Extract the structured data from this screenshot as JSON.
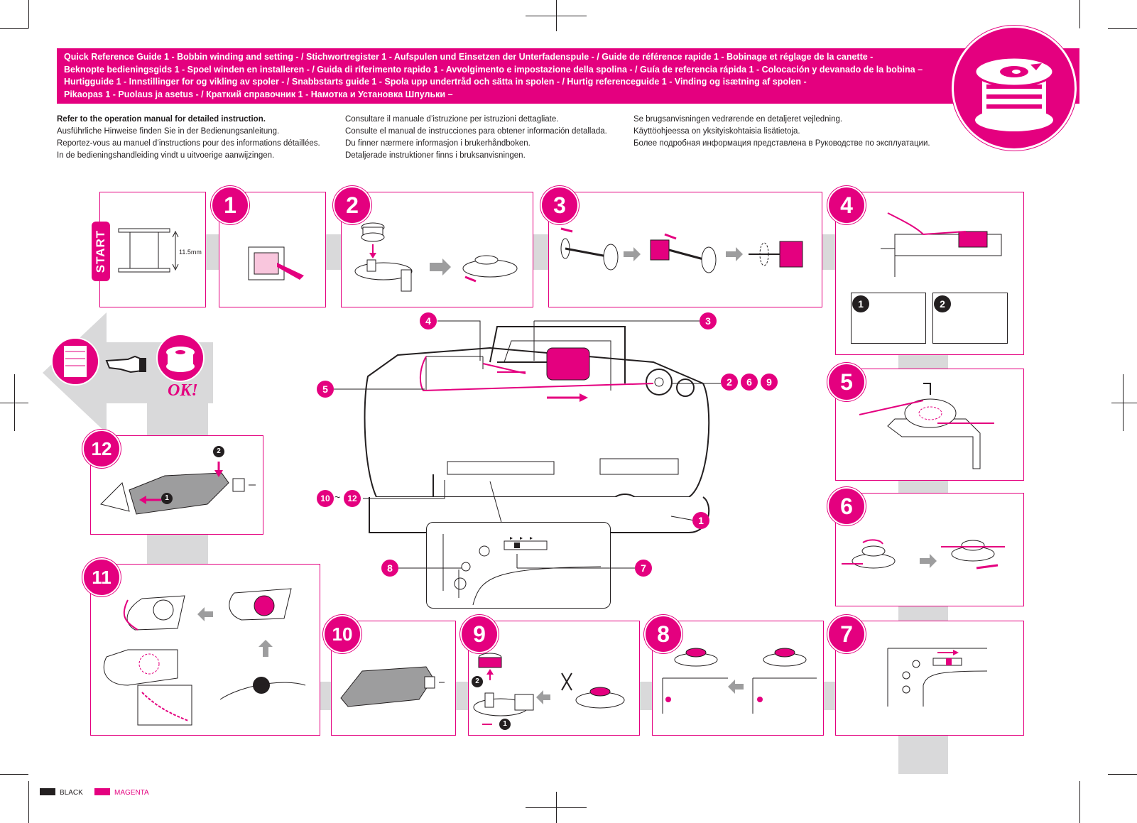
{
  "colors": {
    "magenta": "#e4007f",
    "black": "#231f20",
    "grey": "#d9d9da"
  },
  "banner": {
    "lines": [
      "Quick Reference Guide 1 - Bobbin winding and setting - / Stichwortregister 1 - Aufspulen und Einsetzen der Unterfadenspule - / Guide de référence rapide 1 - Bobinage et réglage de la canette -",
      "Beknopte bedieningsgids 1 - Spoel winden en installeren - / Guida di riferimento rapido 1 - Avvolgimento e impostazione della spolina - / Guía de referencia rápida 1 - Colocación y devanado de la bobina –",
      "Hurtigguide 1 - Innstillinger for og vikling av spoler - / Snabbstarts guide 1 - Spola upp undertråd och sätta in spolen - / Hurtig referenceguide 1 - Vinding og isætning af spolen -",
      "Pikaopas 1 - Puolaus ja asetus - / Краткий справочник 1 - Намотка и Установка Шпульки –"
    ]
  },
  "refs": {
    "col1": [
      "Refer to the operation manual for detailed instruction.",
      "Ausführliche Hinweise finden Sie in der Bedienungsanleitung.",
      "Reportez-vous au manuel d’instructions pour des informations détaillées.",
      "In de bedieningshandleiding vindt u uitvoerige aanwijzingen."
    ],
    "col2": [
      "Consultare il manuale d’istruzione per istruzioni dettagliate.",
      "Consulte el manual de instrucciones para obtener información detallada.",
      "Du finner nærmere informasjon i brukerhåndboken.",
      "Detaljerade instruktioner finns i bruksanvisningen."
    ],
    "col3": [
      "Se brugsanvisningen vedrørende en detaljeret vejledning.",
      "Käyttöohjeessa on yksityiskohtaisia lisätietoja.",
      "Более подробная информация представлена в Руководстве по эксплуатации."
    ]
  },
  "start": {
    "label": "START",
    "dimension": "11.5mm"
  },
  "ok_label": "OK!",
  "steps": [
    "1",
    "2",
    "3",
    "4",
    "5",
    "6",
    "7",
    "8",
    "9",
    "10",
    "11",
    "12"
  ],
  "callouts": {
    "c4": "4",
    "c3": "3",
    "c5": "5",
    "c2": "2",
    "c6": "6",
    "c9": "9",
    "c10": "10",
    "c12": "12",
    "tilde": "~",
    "c1": "1",
    "c8": "8",
    "c7": "7"
  },
  "substeps": {
    "a": "1",
    "b": "2"
  },
  "legend": {
    "black": "BLACK",
    "magenta": "MAGENTA"
  }
}
